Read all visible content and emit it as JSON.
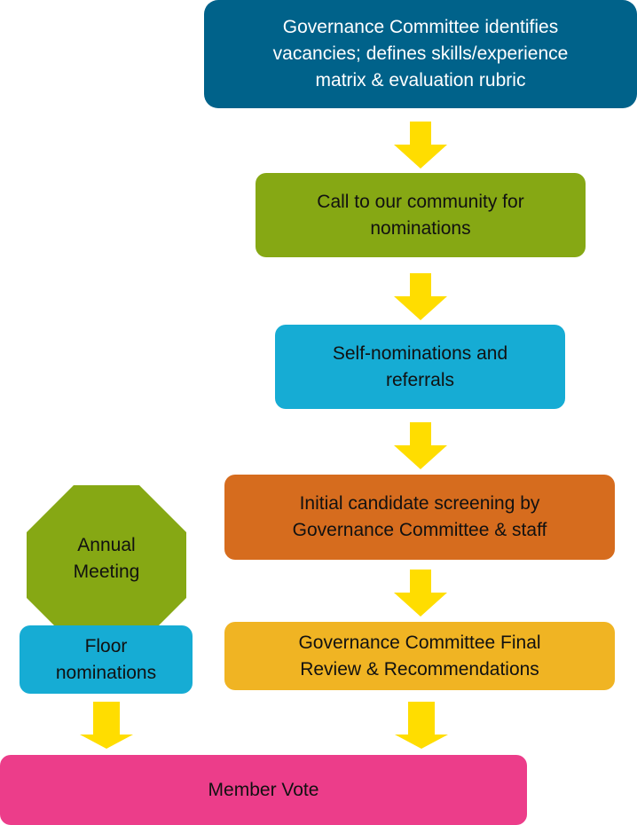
{
  "colors": {
    "arrow": "#FFDD00",
    "step1": "#00628A",
    "step2": "#86A814",
    "step3": "#16ACD4",
    "step4": "#D66C1E",
    "step5": "#F0B423",
    "annual_meeting": "#86A814",
    "floor_nominations": "#16ACD4",
    "member_vote": "#EC3D8A"
  },
  "steps": [
    {
      "label": "Governance Committee identifies\nvacancies; defines skills/experience\nmatrix & evaluation rubric"
    },
    {
      "label": "Call to our community for\nnominations"
    },
    {
      "label": "Self-nominations and\nreferrals"
    },
    {
      "label": "Initial candidate screening by\nGovernance Committee & staff"
    },
    {
      "label": "Governance Committee Final\nReview & Recommendations"
    }
  ],
  "annual_meeting": {
    "label": "Annual\nMeeting"
  },
  "floor_nominations": {
    "label": "Floor\nnominations"
  },
  "member_vote": {
    "label": "Member Vote"
  }
}
